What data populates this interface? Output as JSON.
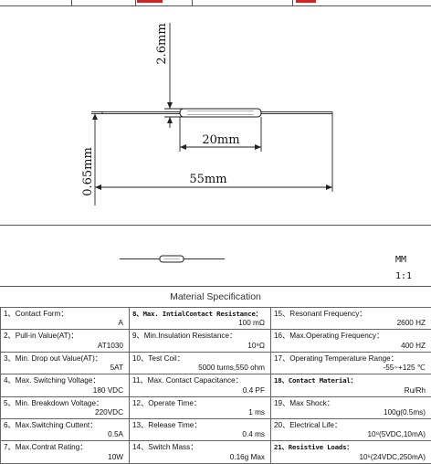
{
  "drawing": {
    "dim_diameter": "2.6mm",
    "dim_lead": "0.65mm",
    "dim_glass": "20mm",
    "dim_total": "55mm"
  },
  "scale": {
    "unit": "MM",
    "ratio": "1:1"
  },
  "spec_title": "Material Specification",
  "spec_rows": [
    [
      {
        "label": "1、Contact Form：",
        "value": "A"
      },
      {
        "label": "8、Max. IntialContact Resistance：",
        "value": "100 mΩ",
        "mono": true
      },
      {
        "label": "15、Resonant Frequency：",
        "value": "2600 HZ"
      }
    ],
    [
      {
        "label": "2、Pull-in Value(AT)：",
        "value": "AT1030"
      },
      {
        "label": "9、Min.Insulation Resistance：",
        "value": "10⁹Ω"
      },
      {
        "label": "16、Max.Operating Frequency：",
        "value": "400 HZ"
      }
    ],
    [
      {
        "label": "3、Min. Drop out Value(AT)：",
        "value": "5AT"
      },
      {
        "label": "10、Test Coil：",
        "value": "5000 turns,550 ohm"
      },
      {
        "label": "17、Operating Temperature Range：",
        "value": "-55~+125 ℃"
      }
    ],
    [
      {
        "label": "4、Max. Switching Voltage：",
        "value": "180 VDC"
      },
      {
        "label": "11、Max. Contact Capacitance：",
        "value": "0.4 PF"
      },
      {
        "label": "18、Contact Material：",
        "value": "Ru/Rh",
        "mono": true
      }
    ],
    [
      {
        "label": "5、Min. Breakdown Voltage：",
        "value": "220VDC"
      },
      {
        "label": "12、Operate Time：",
        "value": "1 ms"
      },
      {
        "label": "19、Max Shock：",
        "value": "100g(0.5ms)"
      }
    ],
    [
      {
        "label": "6、Max.Switching Cuttent：",
        "value": "0.5A"
      },
      {
        "label": "13、Release Time：",
        "value": "0.4 ms"
      },
      {
        "label": "20、Electrical Life：",
        "value": "10⁸(5VDC,10mA)"
      }
    ],
    [
      {
        "label": "7、Max.Contrat Rating：",
        "value": "10W"
      },
      {
        "label": "14、Switch Mass：",
        "value": "0.16g Max"
      },
      {
        "label": "21、Resistive Loads：",
        "value": "10⁶(24VDC,250mA)",
        "mono": true
      }
    ]
  ],
  "colors": {
    "frame": "#555555",
    "accent": "#c62828"
  }
}
